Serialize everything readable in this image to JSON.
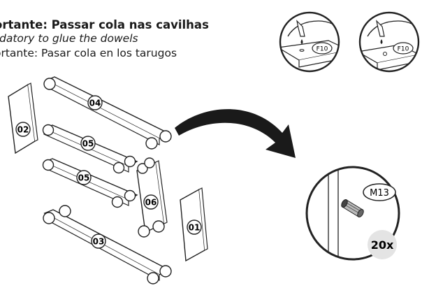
{
  "instructions": {
    "pt": "ortante: Passar cola nas cavilhas",
    "en": "datory to glue the dowels",
    "es": "ortante: Pasar cola en los tarugos"
  },
  "glue_callouts": [
    {
      "tool": "F10"
    },
    {
      "tool": "F10"
    }
  ],
  "panels": [
    {
      "id": "02"
    },
    {
      "id": "04"
    },
    {
      "id": "05"
    },
    {
      "id": "05"
    },
    {
      "id": "06"
    },
    {
      "id": "03"
    },
    {
      "id": "01"
    }
  ],
  "hardware": {
    "code": "M13",
    "quantity": "20x"
  },
  "icons": {
    "glue": "glue-bottle-icon",
    "dowel": "dowel-icon",
    "arrow": "curved-arrow-icon"
  }
}
